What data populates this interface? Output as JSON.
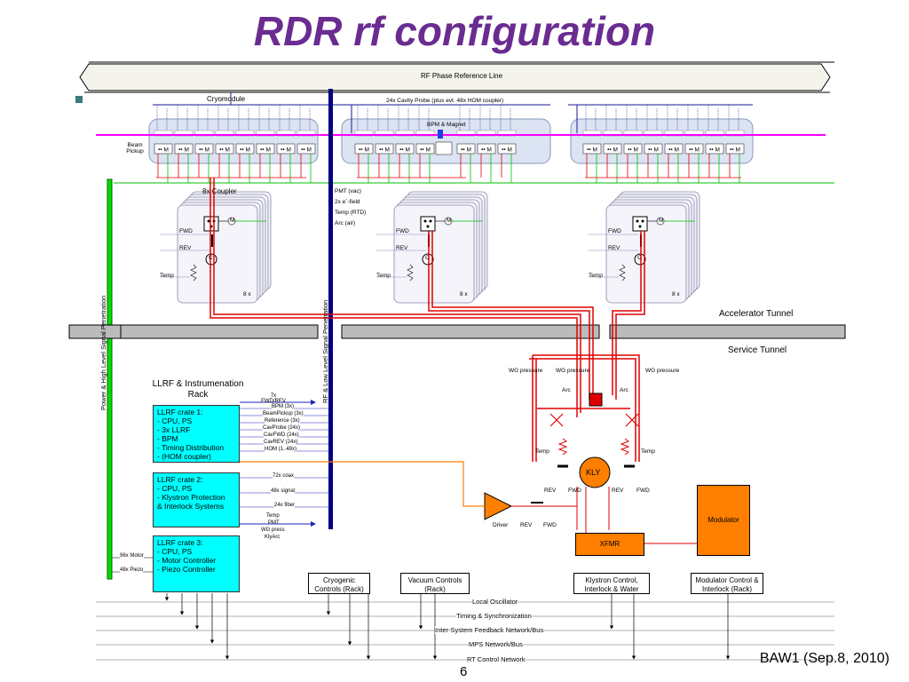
{
  "title": "RDR rf configuration",
  "rf_phase_line": "RF Phase Reference Line",
  "cryomodule_label": "Cryomodule",
  "cavity_probe_label": "24x Cavity Probe (plus evt. 48x HOM coupler)",
  "bpm_magnet_label": "BPM & Magnet",
  "beam_pickup_label": "Beam Pickup",
  "coupler_label": "8x Coupler",
  "pmt_labels": [
    "PMT (vac)",
    "2x e´-field",
    "Temp (RTD)",
    "Arc (air)"
  ],
  "coupler_cards": {
    "fwd": "FWD",
    "rev": "REV",
    "temp": "Temp",
    "count": "8 x",
    "circ": "C",
    "m": "M"
  },
  "vertical_labels": {
    "power": "Power & High Level Signal Penetration",
    "rf": "RF & Low Level Signal Penetration"
  },
  "accelerator_tunnel": "Accelerator Tunnel",
  "service_tunnel": "Service Tunnel",
  "llrf_rack_title": "LLRF & Instrumenation Rack",
  "crate1": {
    "title": "LLRF crate 1:",
    "items": [
      "- CPU, PS",
      "- 3x LLRF",
      "- BPM",
      "- Timing Distribution",
      "- (HOM coupler)"
    ]
  },
  "crate2": {
    "title": "LLRF crate 2:",
    "items": [
      "- CPU, PS",
      "- Klystron Protection",
      "& Interlock Systems"
    ]
  },
  "crate3": {
    "title": "LLRF crate 3:",
    "items": [
      "- CPU, PS",
      "- Motor Controller",
      "- Piezo Controller"
    ]
  },
  "crate1_signals": [
    "7x FWD/REV",
    "BPM (3x)",
    "BeamPickup (3x)",
    "Reference (3x)",
    "CavProbe (24x)",
    "CavFWD (24x)",
    "CavREV (24x)",
    "HOM (1..48x)"
  ],
  "crate2_signals": [
    "72x coax",
    "48x signal",
    "24x fiber",
    "Temp",
    "PMT",
    "WG press",
    "KlyArc"
  ],
  "crate3_signals": [
    "96x Motor",
    "48x Piezo"
  ],
  "wg_pressure": "WG pressure",
  "arc": "Arc",
  "temp": "Temp",
  "kly": "KLY",
  "rev": "REV",
  "fwd": "FWD",
  "driver": "Driver",
  "modulator": "Modulator",
  "xfmr": "XFMR",
  "control_boxes": [
    {
      "label": "Cryogenic Controls (Rack)"
    },
    {
      "label": "Vacuum Controls (Rack)"
    },
    {
      "label": "Klystron Control, Interlock & Water"
    },
    {
      "label": "Modulator Control & Interlock (Rack)"
    }
  ],
  "buses": [
    "Local Oscillator",
    "Timing & Synchronization",
    "Inter-System Feedback Network/Bus",
    "MPS Network/Bus",
    "RT Control Network"
  ],
  "footer": "BAW1 (Sep.8, 2010)",
  "page_number": "6",
  "colors": {
    "title": "#6a2c91",
    "rf_red": "#e00000",
    "beam_magenta": "#ff00ff",
    "green": "#00c000",
    "navy": "#000080",
    "cyan": "#00ffff",
    "orange": "#ff7f00",
    "blue": "#2020c0"
  }
}
